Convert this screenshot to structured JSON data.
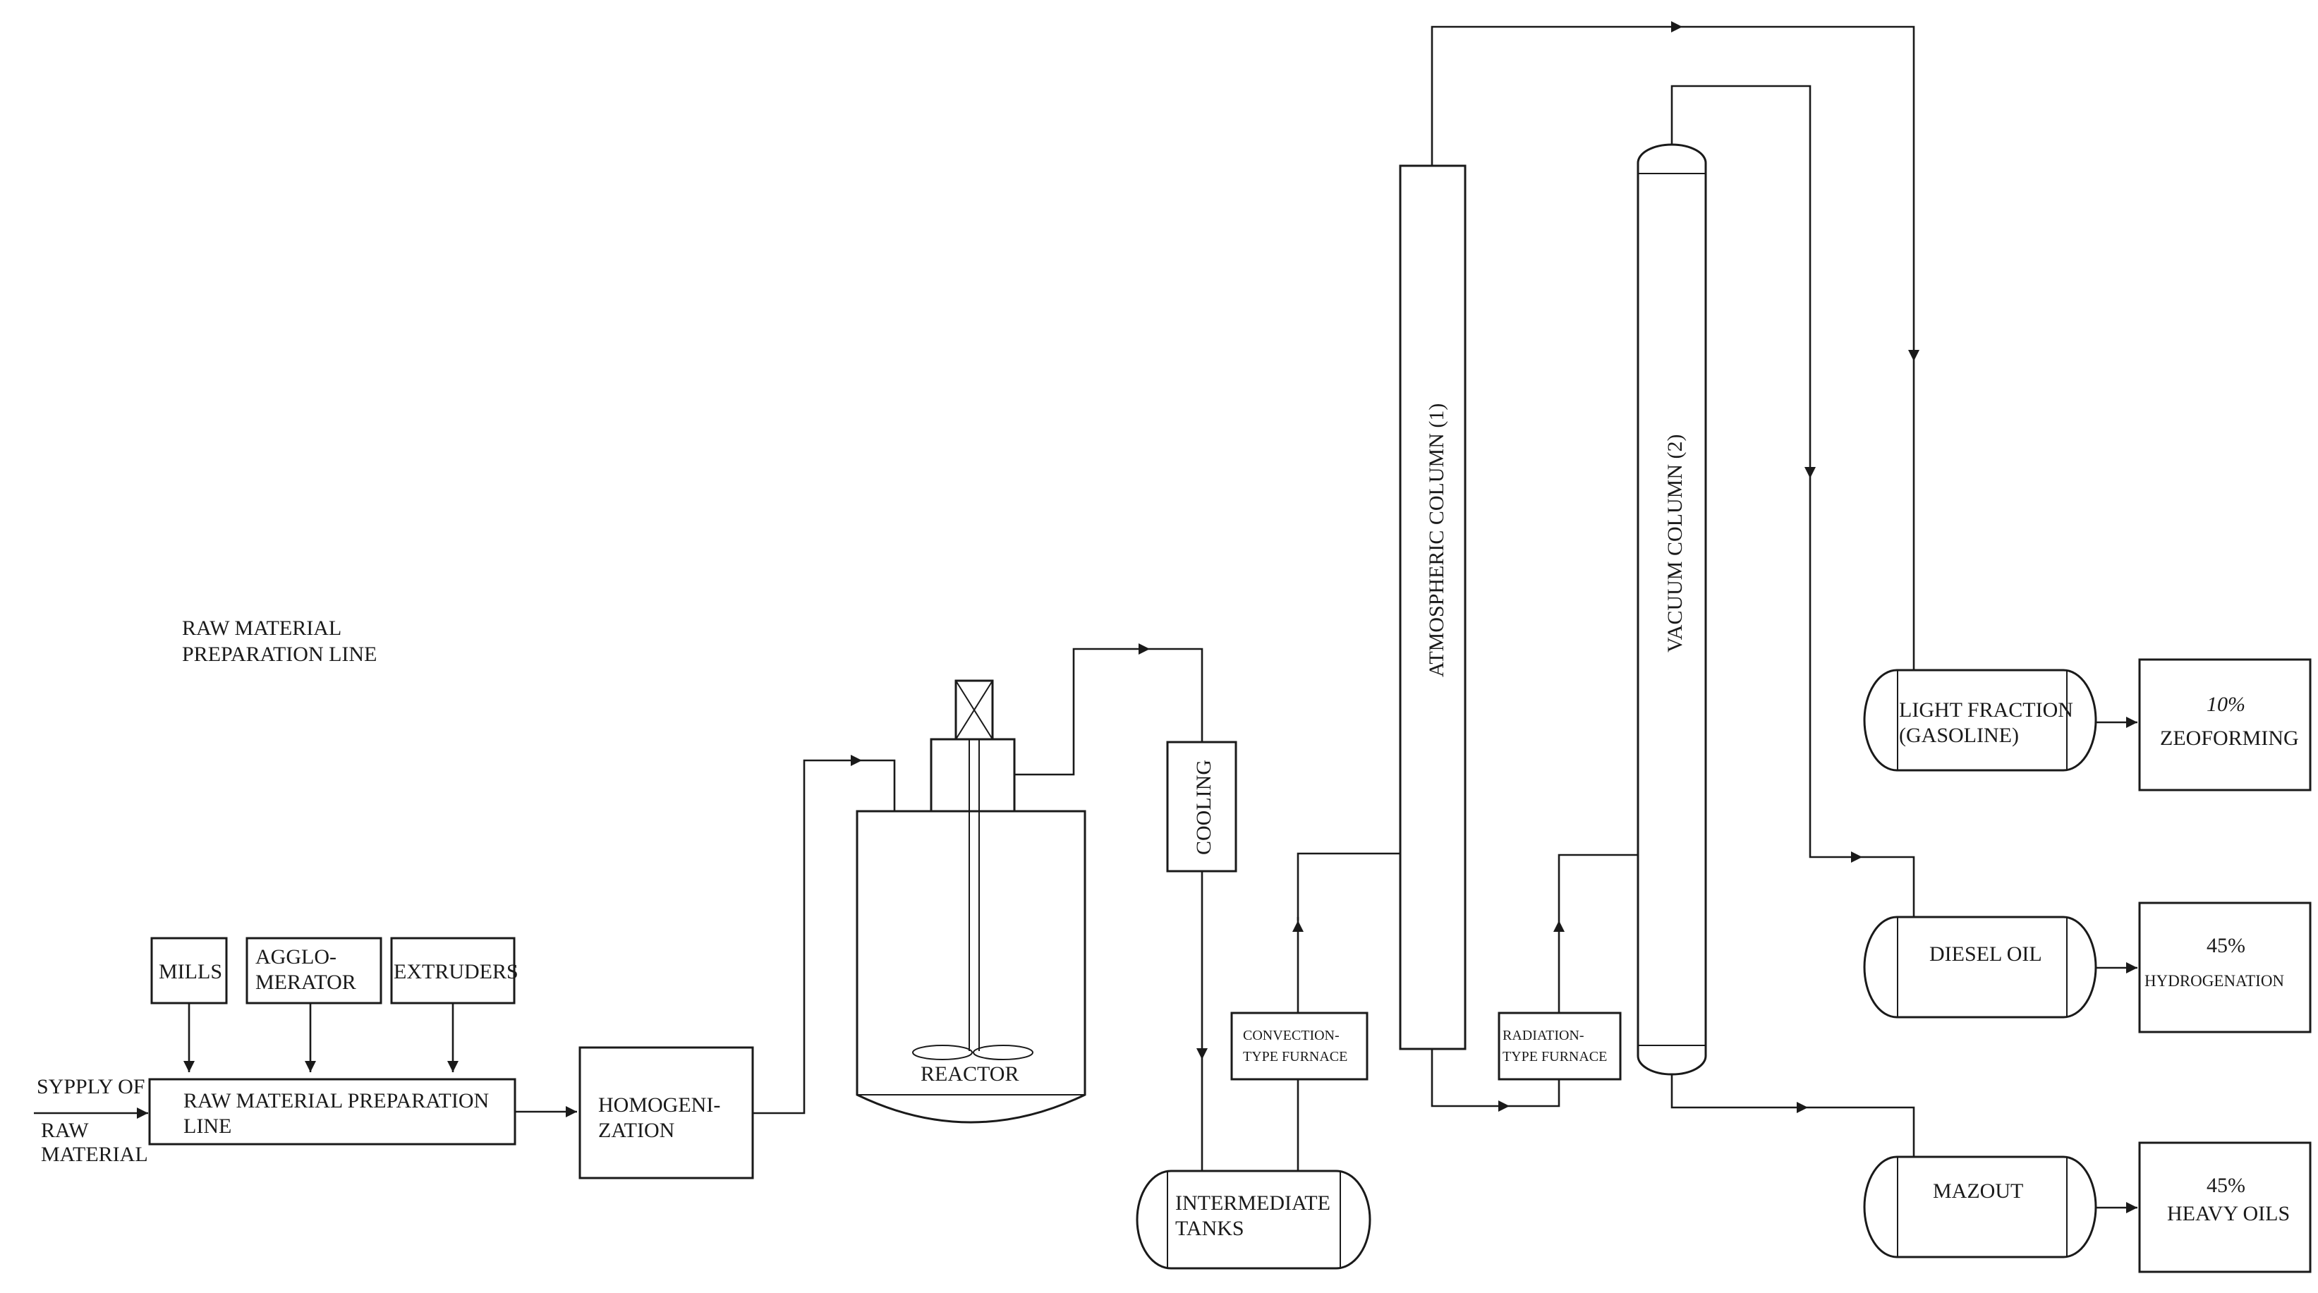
{
  "labels": {
    "section": [
      "RAW MATERIAL",
      "PREPARATION LINE"
    ],
    "supply": [
      "SYPPLY OF",
      "RAW",
      "MATERIAL"
    ],
    "mills": "MILLS",
    "agglomerator": [
      "AGGLO-",
      "MERATOR"
    ],
    "extruders": "EXTRUDERS",
    "prep_line": [
      "RAW MATERIAL PREPARATION",
      "LINE"
    ],
    "homogenization": [
      "HOMOGENI-",
      "ZATION"
    ],
    "reactor": "REACTOR",
    "cooling": "COOLING",
    "intermediate_tanks": [
      "INTERMEDIATE",
      "TANKS"
    ],
    "convection_furnace": [
      "CONVECTION-",
      "TYPE FURNACE"
    ],
    "atmospheric_column": "ATMOSPHERIC COLUMN (1)",
    "radiation_furnace": [
      "RADIATION-",
      "TYPE FURNACE"
    ],
    "vacuum_column": "VACUUM COLUMN (2)",
    "light_fraction": [
      "LIGHT FRACTION",
      "(GASOLINE)"
    ],
    "diesel_oil": "DIESEL OIL",
    "mazout": "MAZOUT",
    "zeoforming": {
      "pct": "10%",
      "name": "ZEOFORMING"
    },
    "hydrogenation": {
      "pct": "45%",
      "name": "HYDROGENATION"
    },
    "heavy_oils": {
      "pct": "45%",
      "name": "HEAVY OILS"
    }
  },
  "colors": {
    "ink": "#1a1a1a",
    "background": "#ffffff"
  }
}
